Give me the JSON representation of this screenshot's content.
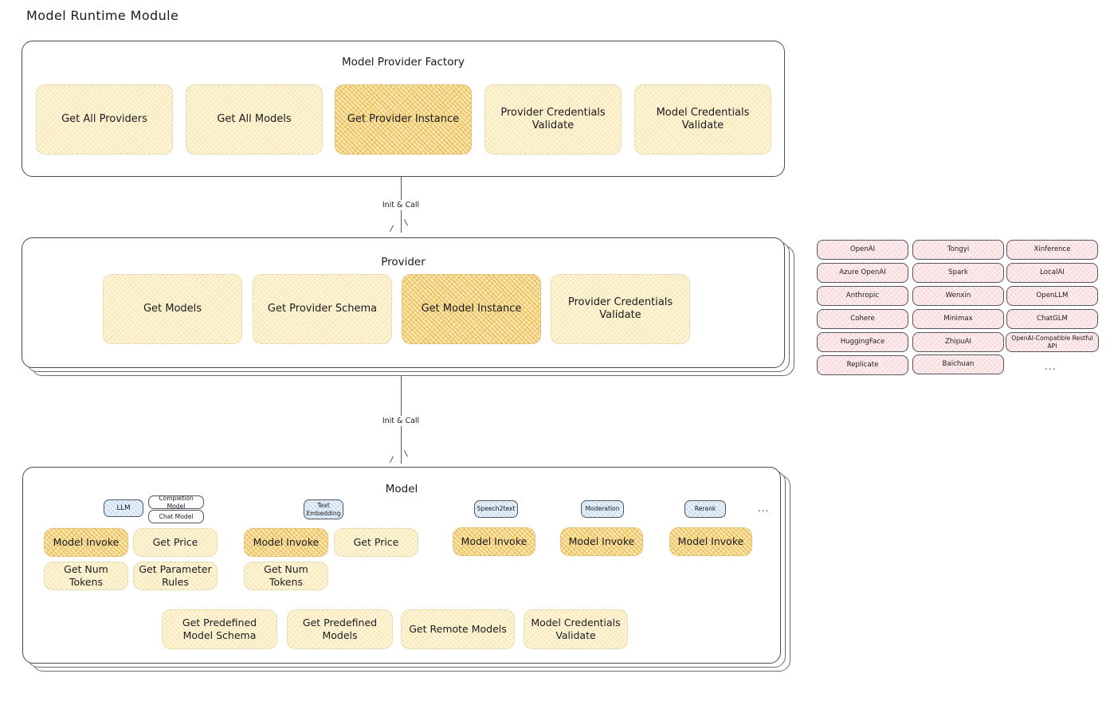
{
  "page": {
    "title": "Model Runtime Module",
    "background": "#ffffff",
    "accent_yellow": "#fdf6de",
    "accent_yellow_strong": "#fbe7b4",
    "accent_pink": "#fdeff0",
    "accent_blue": "#e8f2fb",
    "stroke": "#55555d"
  },
  "factory": {
    "title": "Model Provider Factory",
    "items": [
      {
        "label": "Get All Providers",
        "highlighted": false
      },
      {
        "label": "Get All Models",
        "highlighted": false
      },
      {
        "label": "Get Provider Instance",
        "highlighted": true
      },
      {
        "label": "Provider Credentials Validate",
        "highlighted": false
      },
      {
        "label": "Model Credentials Validate",
        "highlighted": false
      }
    ]
  },
  "connector_top": {
    "label": "Init & Call"
  },
  "provider": {
    "title": "Provider",
    "items": [
      {
        "label": "Get Models",
        "highlighted": false
      },
      {
        "label": "Get Provider Schema",
        "highlighted": false
      },
      {
        "label": "Get Model Instance",
        "highlighted": true
      },
      {
        "label": "Provider Credentials Validate",
        "highlighted": false
      }
    ]
  },
  "connector_bottom": {
    "label": "Init & Call"
  },
  "provider_list": {
    "columns": [
      {
        "entries": [
          "OpenAI",
          "Azure OpenAI",
          "Anthropic",
          "Cohere",
          "HuggingFace",
          "Replicate"
        ]
      },
      {
        "entries": [
          "Tongyi",
          "Spark",
          "Wenxin",
          "Minimax",
          "ZhipuAI",
          "Baichuan"
        ]
      },
      {
        "entries": [
          "Xinference",
          "LocalAI",
          "OpenLLM",
          "ChatGLM",
          "OpenAI-Compatible Restful API"
        ]
      }
    ],
    "more_label": "..."
  },
  "model": {
    "title": "Model",
    "more_label": "...",
    "types": [
      {
        "badge": "LLM",
        "badge_style": "blue",
        "sub_badges": [
          "Completion Model",
          "Chat Model"
        ],
        "methods": [
          {
            "label": "Model Invoke",
            "highlighted": true
          },
          {
            "label": "Get Price",
            "highlighted": false
          },
          {
            "label": "Get Num Tokens",
            "highlighted": false
          },
          {
            "label": "Get Parameter Rules",
            "highlighted": false
          }
        ]
      },
      {
        "badge": "Text Embedding",
        "badge_style": "blue",
        "sub_badges": [],
        "methods": [
          {
            "label": "Model Invoke",
            "highlighted": true
          },
          {
            "label": "Get Price",
            "highlighted": false
          },
          {
            "label": "Get Num Tokens",
            "highlighted": false
          }
        ]
      },
      {
        "badge": "Speech2text",
        "badge_style": "blue",
        "sub_badges": [],
        "methods": [
          {
            "label": "Model Invoke",
            "highlighted": true
          }
        ]
      },
      {
        "badge": "Moderation",
        "badge_style": "blue",
        "sub_badges": [],
        "methods": [
          {
            "label": "Model Invoke",
            "highlighted": true
          }
        ]
      },
      {
        "badge": "Rerank",
        "badge_style": "blue",
        "sub_badges": [],
        "methods": [
          {
            "label": "Model Invoke",
            "highlighted": true
          }
        ]
      }
    ],
    "common_methods": [
      "Get Predefined Model Schema",
      "Get Predefined Models",
      "Get Remote Models",
      "Model Credentials Validate"
    ]
  }
}
